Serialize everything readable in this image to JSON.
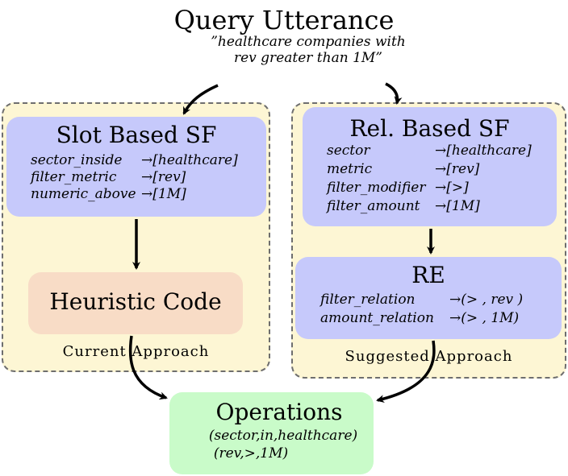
{
  "query": {
    "title": "Query Utterance",
    "utterance_line1": "”healthcare companies with",
    "utterance_line2": "rev greater than 1M”"
  },
  "current": {
    "caption": "Current Approach",
    "slot_sf": {
      "title": "Slot Based SF",
      "slots": [
        {
          "key": "sector_inside",
          "value": "→[healthcare]"
        },
        {
          "key": "filter_metric",
          "value": "→[rev]"
        },
        {
          "key": "numeric_above",
          "value": "→[1M]"
        }
      ]
    },
    "heuristic": {
      "title": "Heuristic Code"
    }
  },
  "suggested": {
    "caption": "Suggested Approach",
    "rel_sf": {
      "title": "Rel. Based SF",
      "slots": [
        {
          "key": "sector",
          "value": "→[healthcare]"
        },
        {
          "key": "metric",
          "value": "→[rev]"
        },
        {
          "key": "filter_modifier",
          "value": "→[>]"
        },
        {
          "key": "filter_amount",
          "value": "→[1M]"
        }
      ]
    },
    "re": {
      "title": "RE",
      "relations": [
        {
          "key": "filter_relation",
          "value": "→(> , rev )"
        },
        {
          "key": "amount_relation",
          "value": "→(> , 1M)"
        }
      ]
    }
  },
  "operations": {
    "title": "Operations",
    "line1": "(sector,in,healthcare)",
    "line2": "(rev,>,1M)"
  }
}
